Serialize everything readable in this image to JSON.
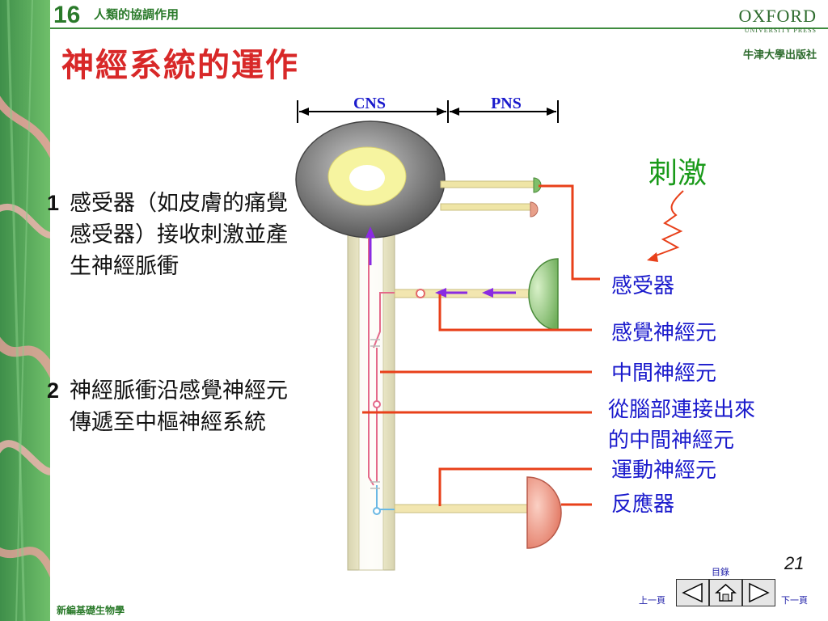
{
  "header": {
    "chapter_number": "16",
    "chapter_title": "人類的協調作用",
    "publisher_en": "OXFORD",
    "publisher_sub": "UNIVERSITY PRESS",
    "publisher_zh": "牛津大學出版社"
  },
  "slide": {
    "title": "神經系統的運作",
    "page_number": "21"
  },
  "steps": [
    {
      "number": "1",
      "text": "感受器（如皮膚的痛覺感受器）接收刺激並產生神經脈衝"
    },
    {
      "number": "2",
      "text": "神經脈衝沿感覺神經元傳遞至中樞神經系統"
    }
  ],
  "diagram": {
    "cns_label": "CNS",
    "pns_label": "PNS",
    "stimulus_label": "刺激",
    "labels": {
      "receptor": "感受器",
      "sensory_neuron": "感覺神經元",
      "interneuron": "中間神經元",
      "brain_interneuron_line1": "從腦部連接出來",
      "brain_interneuron_line2": "的中間神經元",
      "motor_neuron": "運動神經元",
      "effector": "反應器"
    },
    "colors": {
      "pointer": "#e8401a",
      "label_text": "#1a1acc",
      "stimulus_text": "#1a9a1a",
      "impulse_arrow": "#8a2be2",
      "receptor_fill": "#7fbf6a",
      "effector_fill": "#e8806a",
      "cord_fill": "#f5f0c8"
    }
  },
  "navigation": {
    "contents": "目錄",
    "previous": "上一頁",
    "next": "下一頁"
  },
  "footer": {
    "book_title": "新編基礎生物學"
  }
}
